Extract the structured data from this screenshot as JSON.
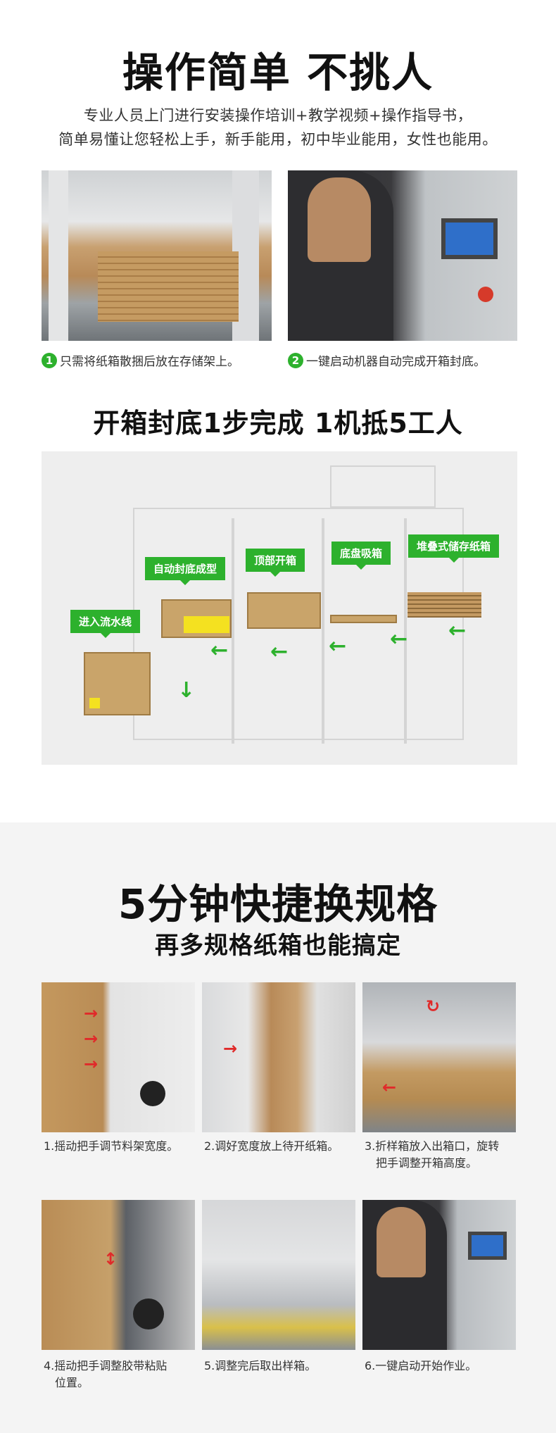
{
  "section1": {
    "title": "操作简单 不挑人",
    "subtitle_line1": "专业人员上门进行安装操作培训+教学视频+操作指导书，",
    "subtitle_line2": "简单易懂让您轻松上手，新手能用，初中毕业能用，女性也能用。",
    "steps": [
      {
        "num": "1",
        "text": "只需将纸箱散捆后放在存储架上。"
      },
      {
        "num": "2",
        "text": "一键启动机器自动完成开箱封底。"
      }
    ]
  },
  "section2": {
    "title": "开箱封底1步完成  1机抵5工人",
    "tags": [
      "进入流水线",
      "自动封底成型",
      "顶部开箱",
      "底盘吸箱",
      "堆叠式储存纸箱"
    ]
  },
  "section3": {
    "title": "5分钟快捷换规格",
    "subtitle": "再多规格纸箱也能搞定",
    "steps": [
      {
        "line1": "1.摇动把手调节料架宽度。",
        "line2": ""
      },
      {
        "line1": "2.调好宽度放上待开纸箱。",
        "line2": ""
      },
      {
        "line1": "3.折样箱放入出箱口，旋转",
        "line2": "把手调整开箱高度。"
      },
      {
        "line1": "4.摇动把手调整胶带粘贴",
        "line2": "位置。"
      },
      {
        "line1": "5.调整完后取出样箱。",
        "line2": ""
      },
      {
        "line1": "6.一键启动开始作业。",
        "line2": ""
      }
    ]
  },
  "colors": {
    "accent_green": "#2db12d",
    "arrow_red": "#e02a2a"
  }
}
